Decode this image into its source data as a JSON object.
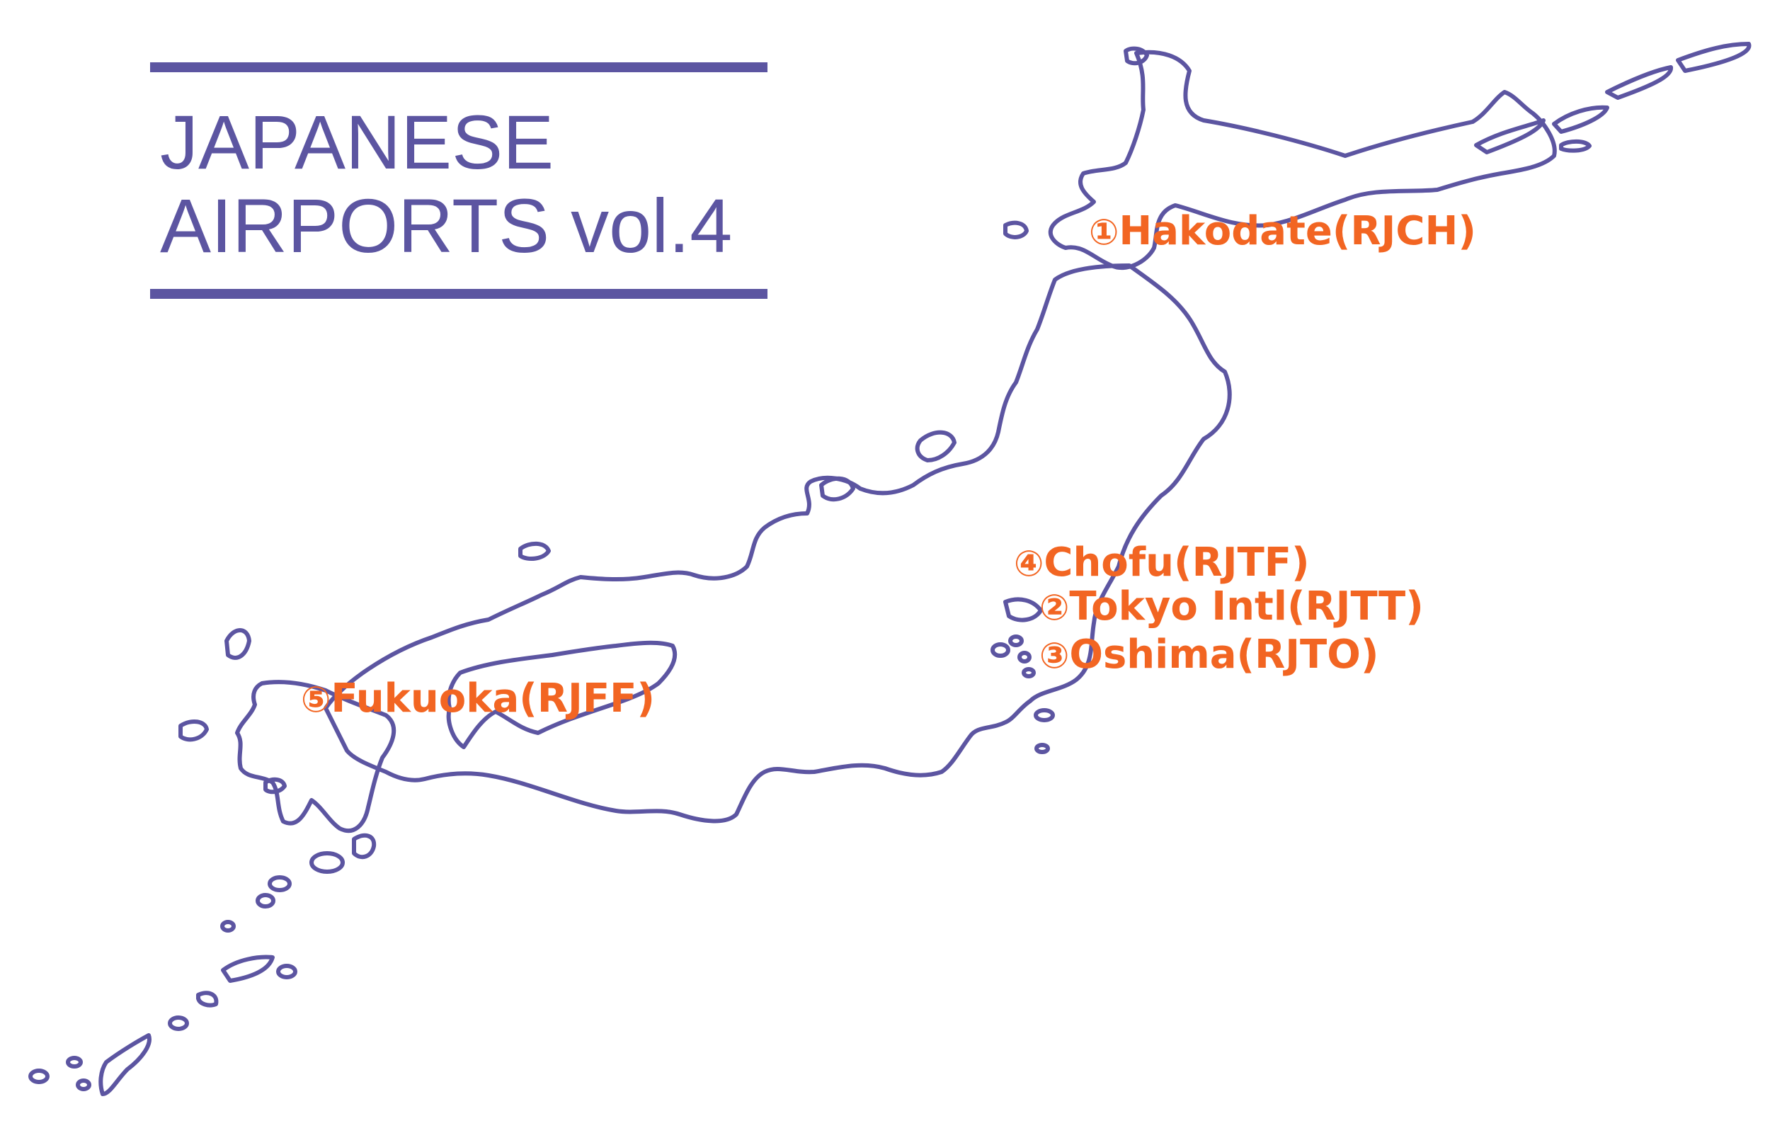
{
  "colors": {
    "brand": "#5c55a1",
    "accent": "#f26522"
  },
  "title": {
    "line1": "JAPANESE",
    "line2": "AIRPORTS vol.4"
  },
  "airports": [
    {
      "marker": "①",
      "label": "Hakodate(RJCH)"
    },
    {
      "marker": "②",
      "label": "Tokyo Intl(RJTT)"
    },
    {
      "marker": "③",
      "label": "Oshima(RJTO)"
    },
    {
      "marker": "④",
      "label": "Chofu(RJTF)"
    },
    {
      "marker": "⑤",
      "label": "Fukuoka(RJFF)"
    }
  ]
}
